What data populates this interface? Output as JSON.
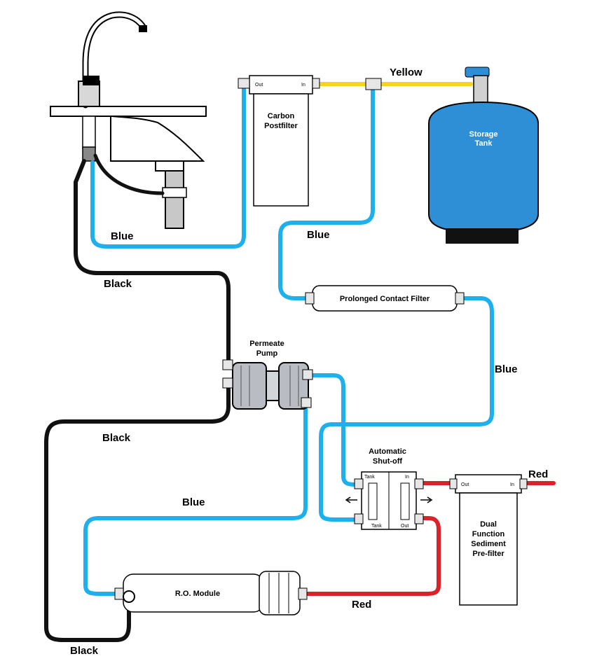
{
  "colors": {
    "blue": "#1fb0ec",
    "black": "#111111",
    "red": "#d8232a",
    "yellow": "#f6d31c",
    "tank": "#2e8fd6",
    "pump": "#b9bdc3"
  },
  "components": {
    "carbon_postfilter": {
      "line1": "Carbon",
      "line2": "Postfilter",
      "port_out": "Out",
      "port_in": "In"
    },
    "storage_tank": {
      "line1": "Storage",
      "line2": "Tank"
    },
    "prolonged_contact_filter": {
      "label": "Prolonged Contact Filter"
    },
    "permeate_pump": {
      "line1": "Permeate",
      "line2": "Pump"
    },
    "automatic_shutoff": {
      "line1": "Automatic",
      "line2": "Shut-off",
      "port_tank_top": "Tank",
      "port_in": "In",
      "port_tank_bottom": "Tank",
      "port_out": "Out"
    },
    "dual_prefilter": {
      "line1": "Dual",
      "line2": "Function",
      "line3": "Sediment",
      "line4": "Pre-filter",
      "port_out": "Out",
      "port_in": "In"
    },
    "ro_module": {
      "label": "R.O. Module"
    }
  },
  "tube_labels": {
    "yellow": "Yellow",
    "blue_faucet": "Blue",
    "blue_postfilter": "Blue",
    "black_upper": "Black",
    "blue_right": "Blue",
    "black_middle": "Black",
    "blue_lower": "Blue",
    "red_inlet": "Red",
    "red_ro": "Red",
    "black_bottom": "Black"
  }
}
